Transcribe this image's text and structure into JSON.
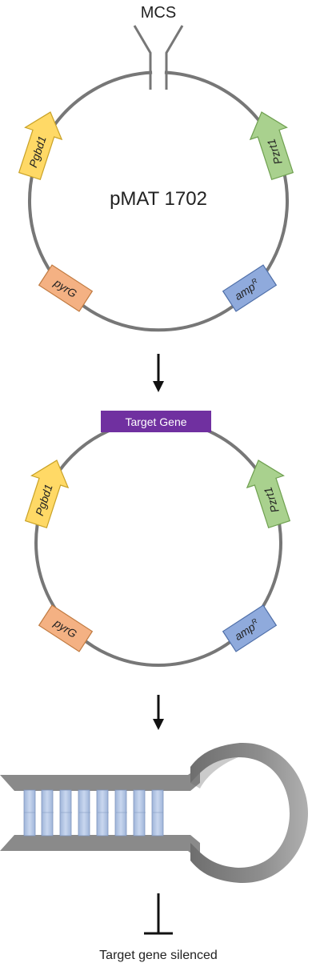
{
  "plasmid1": {
    "site_label": "MCS",
    "name": "pMAT 1702",
    "left_promoter": "Pgbd1",
    "right_promoter": "Pzrt1",
    "marker_left": "pyrG",
    "marker_right_base": "amp",
    "marker_right_sup": "R"
  },
  "plasmid2": {
    "insert_label": "Target Gene",
    "left_promoter": "Pgbd1",
    "right_promoter": "Pzrt1",
    "marker_left": "pyrG",
    "marker_right_base": "amp",
    "marker_right_sup": "R"
  },
  "result": {
    "label": "Target gene silenced"
  },
  "colors": {
    "ring": "#777777",
    "pgbd1": "#ffd966",
    "pzrt1": "#a9d18e",
    "pyrg": "#f4b183",
    "ampr": "#8faadc",
    "target_gene": "#7030a0",
    "hairpin": "#8c8c8c",
    "base_pair": "#b4c7e7"
  }
}
